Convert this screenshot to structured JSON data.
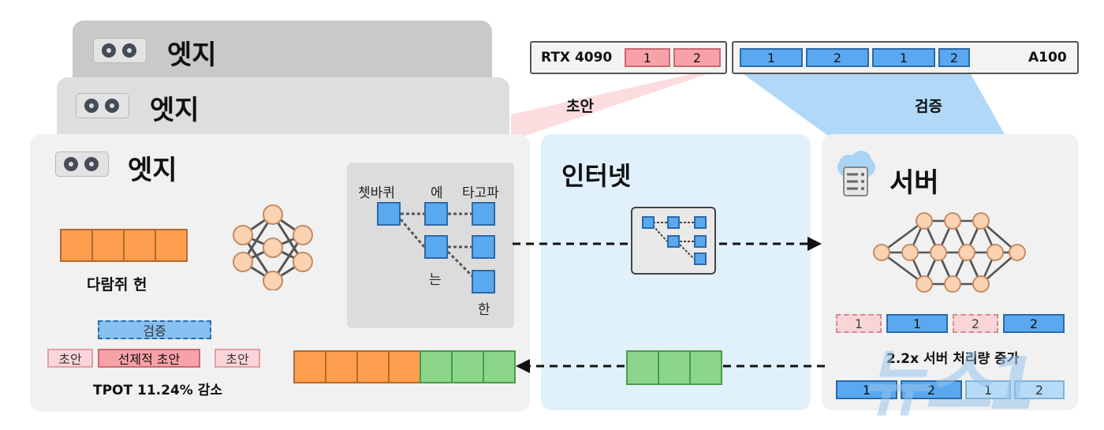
{
  "edge": {
    "title_back2": "엣지",
    "title_back1": "엣지",
    "title": "엣지",
    "draft_words": "다람쥐 헌",
    "verify_label": "검증",
    "draft_left": "초안",
    "draft_mid": "선제적 초안",
    "draft_right": "초안",
    "tpot": "TPOT 11.24% 감소"
  },
  "tree": {
    "word1": "쳇바퀴",
    "word2": "에",
    "word3": "타고파",
    "word4": "는",
    "word5": "한"
  },
  "internet": {
    "title": "인터넷"
  },
  "server": {
    "title": "서버",
    "row1": [
      "1",
      "1",
      "2",
      "2"
    ],
    "throughput": "2.2x 서버 처리량 증가",
    "row2": [
      "1",
      "2",
      "1",
      "2"
    ]
  },
  "gpus": {
    "rtx_label": "RTX 4090",
    "rtx_cells": [
      "1",
      "2"
    ],
    "a100_label": "A100",
    "a100_cells": [
      "1",
      "2",
      "1",
      "2"
    ],
    "draft_label": "초안",
    "verify_label": "검증"
  },
  "watermark": "뉴스1",
  "colors": {
    "draft_pink": "#f7a2a8",
    "verify_blue": "#5aa9f0",
    "accept_green": "#8cd68c",
    "edge_orange": "#ff9e4f"
  }
}
